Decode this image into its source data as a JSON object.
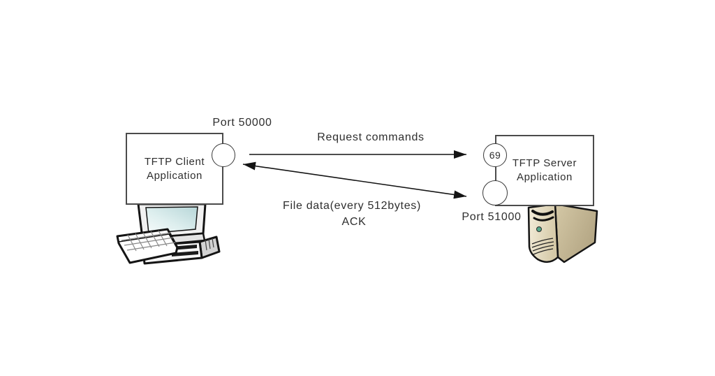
{
  "diagram": {
    "client": {
      "box_line1": "TFTP Client",
      "box_line2": "Application",
      "port_label": "Port 50000"
    },
    "server": {
      "box_line1": "TFTP Server",
      "box_line2": "Application",
      "well_known_port": "69",
      "port_label": "Port 51000"
    },
    "messages": {
      "request": "Request commands",
      "file_data": "File data(every 512bytes)",
      "ack": "ACK"
    },
    "icons": {
      "client_device": "desktop-computer-icon",
      "server_device": "tower-server-icon"
    },
    "colors": {
      "background": "#ffffff",
      "box_border": "#4b4b4b",
      "text": "#2e2e2e",
      "arrow": "#141414",
      "server_body_light": "#efe8d3",
      "server_body_dark": "#b9ab88",
      "monitor_screen": "#b7d6d8",
      "led": "#57a98c"
    }
  }
}
